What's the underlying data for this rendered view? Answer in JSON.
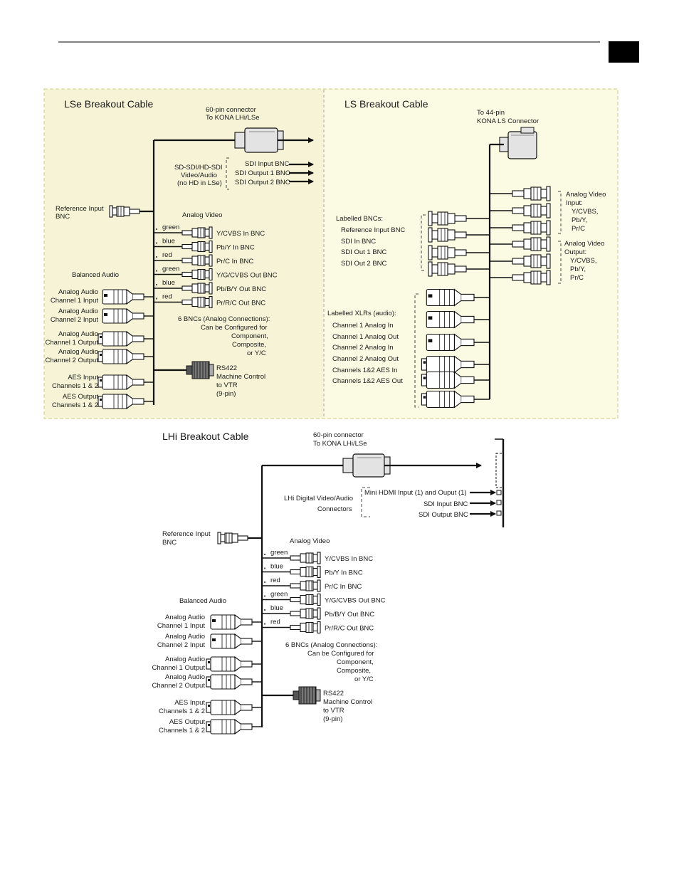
{
  "header": {
    "rule_color": "#000000",
    "tab_color": "#000000"
  },
  "lse": {
    "title": "LSe Breakout Cable",
    "connector": [
      "60-pin connector",
      "To KONA LHi/LSe"
    ],
    "sdi_group": [
      "SD-SDI/HD-SDI",
      "Video/Audio",
      "(no HD in LSe)"
    ],
    "sdi_labels": [
      "SDI Input BNC",
      "SDI Output 1 BNC",
      "SDI Output 2 BNC"
    ],
    "ref": [
      "Reference Input",
      "BNC"
    ],
    "analog_video": "Analog Video",
    "balanced_audio": "Balanced Audio",
    "bnc_colors": [
      "green",
      "blue",
      "red",
      "green",
      "blue",
      "red"
    ],
    "bnc_labels": [
      "Y/CVBS In BNC",
      "Pb/Y In BNC",
      "Pr/C In BNC",
      "Y/G/CVBS Out BNC",
      "Pb/B/Y Out BNC",
      "Pr/R/C Out BNC"
    ],
    "six_bnc": [
      "6 BNCs (Analog Connections):",
      "Can be Configured for",
      "Component,",
      "Composite,",
      "or Y/C"
    ],
    "audio": [
      [
        "Analog Audio",
        "Channel 1 Input"
      ],
      [
        "Analog Audio",
        "Channel 2 Input"
      ],
      [
        "Analog Audio",
        "Channel 1 Output"
      ],
      [
        "Analog Audio",
        "Channel 2 Output"
      ],
      [
        "AES Input",
        "Channels 1 & 2"
      ],
      [
        "AES Output",
        "Channels 1 & 2"
      ]
    ],
    "rs422": [
      "RS422",
      "Machine Control",
      "to VTR",
      "(9-pin)"
    ]
  },
  "ls": {
    "title": "LS Breakout Cable",
    "connector": [
      "To 44-pin",
      "KONA LS Connector"
    ],
    "analog_in": [
      "Analog Video",
      "Input:",
      "Y/CVBS,",
      "Pb/Y,",
      "Pr/C"
    ],
    "analog_out": [
      "Analog Video",
      "Output:",
      "Y/CVBS,",
      "Pb/Y,",
      "Pr/C"
    ],
    "bnc_heading": "Labelled BNCs:",
    "bnc_items": [
      "Reference Input BNC",
      "SDI In BNC",
      "SDI Out 1 BNC",
      "SDI Out 2 BNC"
    ],
    "xlr_heading": "Labelled XLRs (audio):",
    "xlr_items": [
      "Channel 1 Analog In",
      "Channel 1 Analog Out",
      "Channel 2 Analog In",
      "Channel 2 Analog Out",
      "Channels 1&2 AES In",
      "Channels 1&2 AES Out"
    ]
  },
  "lhi": {
    "title": "LHi Breakout Cable",
    "connector": [
      "60-pin connector",
      "To KONA LHi/LSe"
    ],
    "digital": [
      "LHi Digital Video/Audio",
      "Connectors"
    ],
    "digital_labels": [
      "Mini HDMI Input (1) and Ouput (1)",
      "SDI Input BNC",
      "SDI Output BNC"
    ],
    "ref": [
      "Reference Input",
      "BNC"
    ],
    "analog_video": "Analog Video",
    "balanced_audio": "Balanced Audio",
    "bnc_colors": [
      "green",
      "blue",
      "red",
      "green",
      "blue",
      "red"
    ],
    "bnc_labels": [
      "Y/CVBS In BNC",
      "Pb/Y In BNC",
      "Pr/C In BNC",
      "Y/G/CVBS Out BNC",
      "Pb/B/Y Out BNC",
      "Pr/R/C Out BNC"
    ],
    "six_bnc": [
      "6 BNCs (Analog Connections):",
      "Can be Configured for",
      "Component,",
      "Composite,",
      "or Y/C"
    ],
    "audio": [
      [
        "Analog Audio",
        "Channel 1 Input"
      ],
      [
        "Analog Audio",
        "Channel 2 Input"
      ],
      [
        "Analog Audio",
        "Channel 1 Output"
      ],
      [
        "Analog Audio",
        "Channel 2 Output"
      ],
      [
        "AES Input",
        "Channels 1 & 2"
      ],
      [
        "AES Output",
        "Channels 1 & 2"
      ]
    ],
    "rs422": [
      "RS422",
      "Machine Control",
      "to VTR",
      "(9-pin)"
    ]
  },
  "colors": {
    "panel_fill": "#fbfae3",
    "panel_border": "#d8d494",
    "connector": "#e3e3e3"
  }
}
